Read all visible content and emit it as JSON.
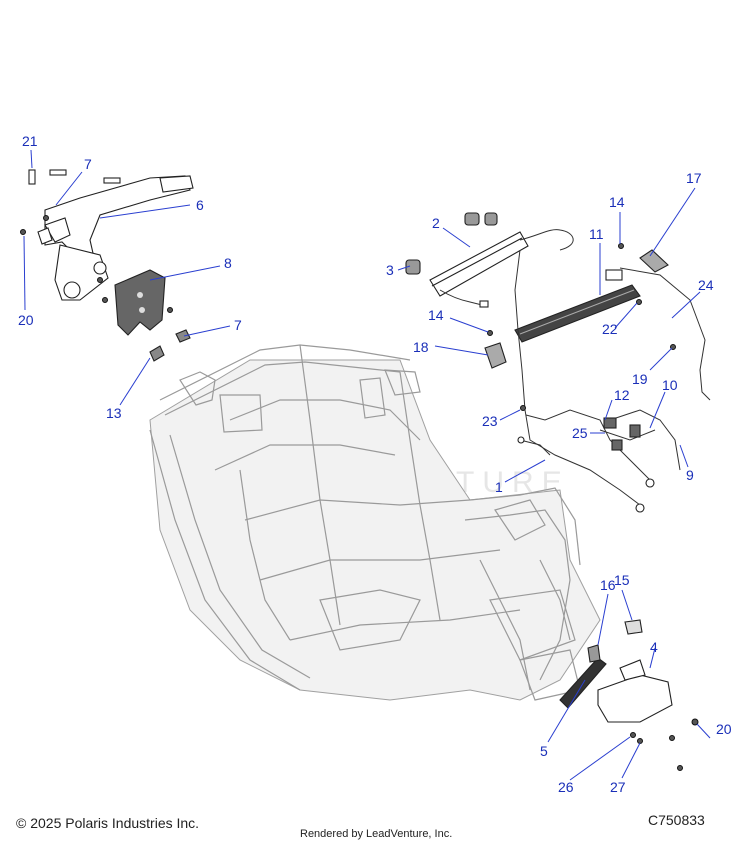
{
  "figure": {
    "copyright": "© 2025 Polaris Industries Inc.",
    "rendered_by": "Rendered by LeadVenture, Inc.",
    "figure_code": "C750833",
    "watermark": "LEADVENTURE"
  },
  "callouts": [
    {
      "id": "c21",
      "label": "21"
    },
    {
      "id": "c7a",
      "label": "7"
    },
    {
      "id": "c6",
      "label": "6"
    },
    {
      "id": "c8",
      "label": "8"
    },
    {
      "id": "c20a",
      "label": "20"
    },
    {
      "id": "c7b",
      "label": "7"
    },
    {
      "id": "c13",
      "label": "13"
    },
    {
      "id": "c2",
      "label": "2"
    },
    {
      "id": "c3",
      "label": "3"
    },
    {
      "id": "c14a",
      "label": "14"
    },
    {
      "id": "c17",
      "label": "17"
    },
    {
      "id": "c11",
      "label": "11"
    },
    {
      "id": "c24",
      "label": "24"
    },
    {
      "id": "c14b",
      "label": "14"
    },
    {
      "id": "c22",
      "label": "22"
    },
    {
      "id": "c18",
      "label": "18"
    },
    {
      "id": "c19",
      "label": "19"
    },
    {
      "id": "c10",
      "label": "10"
    },
    {
      "id": "c12",
      "label": "12"
    },
    {
      "id": "c23",
      "label": "23"
    },
    {
      "id": "c25",
      "label": "25"
    },
    {
      "id": "c9",
      "label": "9"
    },
    {
      "id": "c1",
      "label": "1"
    },
    {
      "id": "c16",
      "label": "16"
    },
    {
      "id": "c15",
      "label": "15"
    },
    {
      "id": "c4",
      "label": "4"
    },
    {
      "id": "c20b",
      "label": "20"
    },
    {
      "id": "c5",
      "label": "5"
    },
    {
      "id": "c26",
      "label": "26"
    },
    {
      "id": "c27",
      "label": "27"
    }
  ]
}
